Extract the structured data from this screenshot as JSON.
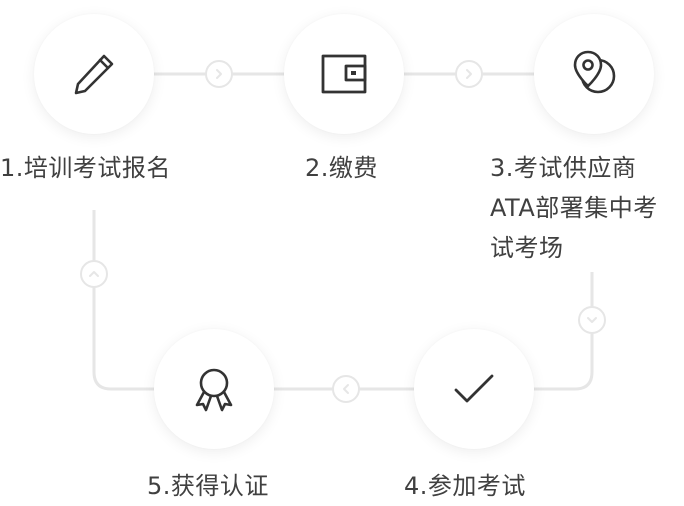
{
  "steps": [
    {
      "label": "1.培训考试报名",
      "icon": "pencil-icon"
    },
    {
      "label": "2.缴费",
      "icon": "wallet-icon"
    },
    {
      "label": "3.考试供应商\nATA部署集中考\n试考场",
      "icon": "location-pin-icon"
    },
    {
      "label": "4.参加考试",
      "icon": "checkmark-icon"
    },
    {
      "label": "5.获得认证",
      "icon": "award-badge-icon"
    }
  ],
  "colors": {
    "connector": "#e6e6e6",
    "icon_stroke": "#333333",
    "label_text": "#404040"
  }
}
